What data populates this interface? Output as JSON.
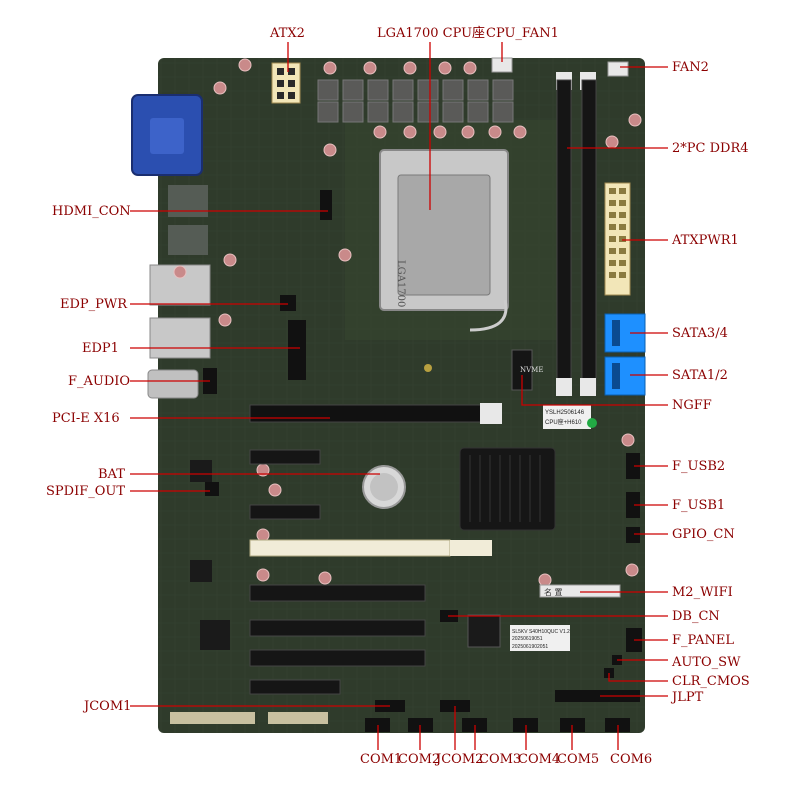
{
  "labels": {
    "atx2": "ATX2",
    "lga1700": "LGA1700 CPU座",
    "cpu_fan1": "CPU_FAN1",
    "fan2": "FAN2",
    "ddr4": "2*PC DDR4",
    "hdmi_con": "HDMI_CON",
    "atxpwr1": "ATXPWR1",
    "edp_pwr": "EDP_PWR",
    "sata34": "SATA3/4",
    "edp1": "EDP1",
    "sata12": "SATA1/2",
    "f_audio": "F_AUDIO",
    "ngff": "NGFF",
    "pcie_x16": "PCI-E X16",
    "bat": "BAT",
    "f_usb2": "F_USB2",
    "spdif_out": "SPDIF_OUT",
    "f_usb1": "F_USB1",
    "gpio_cn": "GPIO_CN",
    "m2_wifi": "M2_WIFI",
    "db_cn": "DB_CN",
    "f_panel": "F_PANEL",
    "auto_sw": "AUTO_SW",
    "clr_cmos": "CLR_CMOS",
    "jcom1": "JCOM1",
    "jlpt": "JLPT",
    "com1": "COM1",
    "com2": "COM2",
    "jcom2": "JCOM2",
    "com3": "COM3",
    "com4": "COM4",
    "com5": "COM5",
    "com6": "COM6"
  },
  "board_markings": {
    "socket": "LGA1700",
    "label1": "YSLH2506146",
    "label2": "CPU座+H610",
    "ngff_mark": "NVME",
    "m2_mark": "名 置",
    "serial1": "SL5KV S40H10QUC V1.2",
    "serial2": "20250619051",
    "serial3": "2025061902051"
  },
  "colors": {
    "pcb": "#2f3b2b",
    "pcb_dark": "#242e22",
    "label_text": "#8b0000",
    "pointer_line": "#cc0000",
    "sata": "#1e90ff",
    "vga": "#2b4fb0",
    "power_connector": "#f2e6b8"
  }
}
